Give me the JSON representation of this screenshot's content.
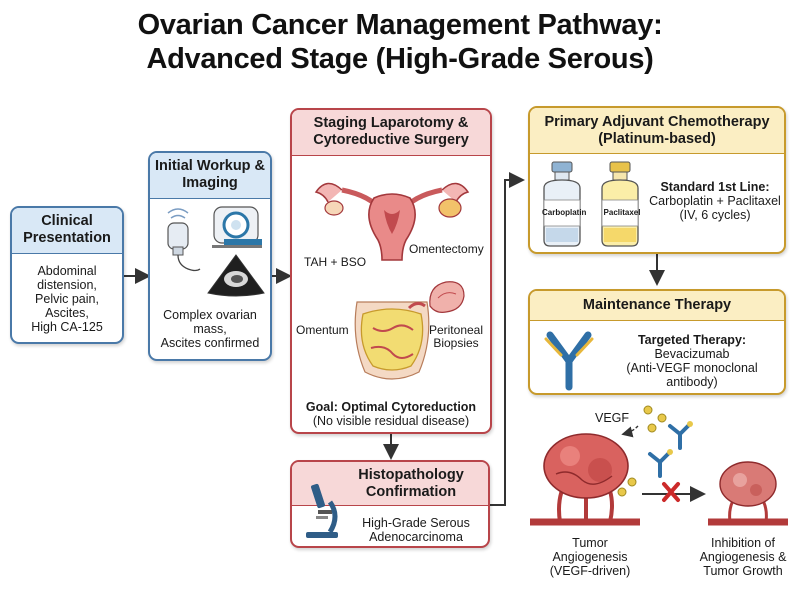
{
  "title": {
    "line1": "Ovarian Cancer Management Pathway:",
    "line2": "Advanced Stage (High-Grade Serous)"
  },
  "clinical": {
    "header": "Clinical Presentation",
    "lines": [
      "Abdominal distension,",
      "Pelvic pain,",
      "Ascites,",
      "High CA-125"
    ]
  },
  "workup": {
    "header": "Initial Workup & Imaging",
    "lines": [
      "Complex ovarian",
      "mass,",
      "Ascites confirmed"
    ]
  },
  "surgery": {
    "header": "Staging Laparotomy & Cytoreductive Surgery",
    "label_tah": "TAH + BSO",
    "label_omentectomy": "Omentectomy",
    "label_omentum": "Omentum",
    "label_peritoneal": "Peritoneal Biopsies",
    "goal": "Goal: Optimal Cytoreduction",
    "goal_detail": "(No visible residual disease)"
  },
  "histo": {
    "header": "Histopathology Confirmation",
    "lines": [
      "High-Grade Serous",
      "Adenocarcinoma"
    ]
  },
  "chemo": {
    "header": "Primary Adjuvant Chemotherapy (Platinum-based)",
    "vial1": "Carboplatin",
    "vial2": "Paclitaxel",
    "standard_title": "Standard 1st Line:",
    "standard_lines": [
      "Carboplatin + Paclitaxel",
      "(IV, 6 cycles)"
    ]
  },
  "maintenance": {
    "header": "Maintenance Therapy",
    "targeted_title": "Targeted Therapy:",
    "targeted_lines": [
      "Bevacizumab",
      "(Anti-VEGF monoclonal",
      "antibody)"
    ]
  },
  "angio": {
    "vegf_label": "VEGF",
    "tumor_lines": [
      "Tumor",
      "Angiogenesis",
      "(VEGF-driven)"
    ],
    "inhibition_lines": [
      "Inhibition of",
      "Angiogenesis &",
      "Tumor Growth"
    ]
  },
  "colors": {
    "blue_border": "#4a79a8",
    "red_border": "#b8454a",
    "gold_border": "#c79a2c",
    "arrow": "#333333"
  }
}
